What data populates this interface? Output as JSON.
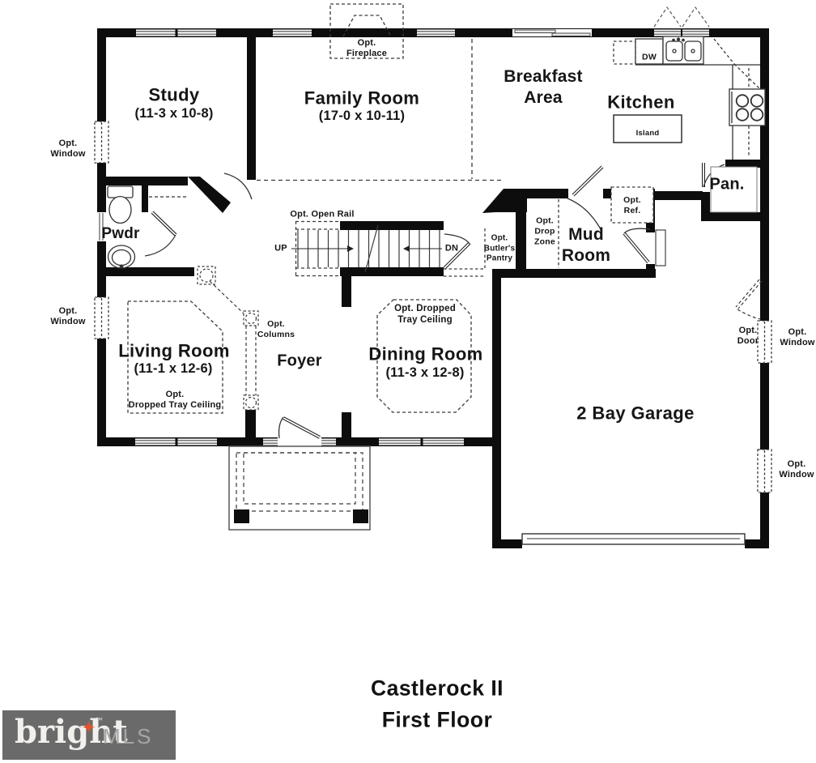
{
  "rooms": {
    "study": {
      "name": "Study",
      "dims": "(11-3 x 10-8)"
    },
    "family": {
      "name": "Family Room",
      "dims": "(17-0 x 10-11)"
    },
    "breakfast": {
      "name": "Breakfast\nArea"
    },
    "kitchen": {
      "name": "Kitchen"
    },
    "living": {
      "name": "Living Room",
      "dims": "(11-1 x 12-6)"
    },
    "dining": {
      "name": "Dining Room",
      "dims": "(11-3 x 12-8)"
    },
    "foyer": {
      "name": "Foyer"
    },
    "mud": {
      "name": "Mud\nRoom"
    },
    "pwdr": {
      "name": "Pwdr"
    },
    "pantry": {
      "name": "Pan."
    },
    "garage": {
      "name": "2 Bay Garage"
    }
  },
  "options": {
    "fireplace": "Opt.\nFireplace",
    "window_left_upper": "Opt.\nWindow",
    "window_left_lower": "Opt.\nWindow",
    "open_rail": "Opt. Open Rail",
    "butlers_pantry": "Opt.\nButler's\nPantry",
    "drop_zone": "Opt.\nDrop\nZone",
    "refrigerator": "Opt.\nRef.",
    "columns": "Opt.\nColumns",
    "living_tray": "Opt.\nDropped Tray Ceiling",
    "dining_tray": "Opt. Dropped\nTray Ceiling",
    "door_right": "Opt.\nDoor",
    "window_right_upper": "Opt.\nWindow",
    "window_right_lower": "Opt.\nWindow"
  },
  "stairs": {
    "up": "UP",
    "down": "DN"
  },
  "appliances": {
    "dishwasher": "DW",
    "island": "Island"
  },
  "footer": {
    "model": "Castlerock II",
    "floor": "First Floor"
  },
  "logo": {
    "brand": "bright",
    "tm": "™",
    "suffix": "MLS",
    "star": "✦",
    "bg_color": "#6a6a6a",
    "star_color": "#e0532f",
    "mls_color": "#a6a6a6"
  },
  "colors": {
    "wall": "#0d0d0d",
    "line": "#3a3a3a",
    "text": "#161616",
    "background": "#ffffff"
  }
}
